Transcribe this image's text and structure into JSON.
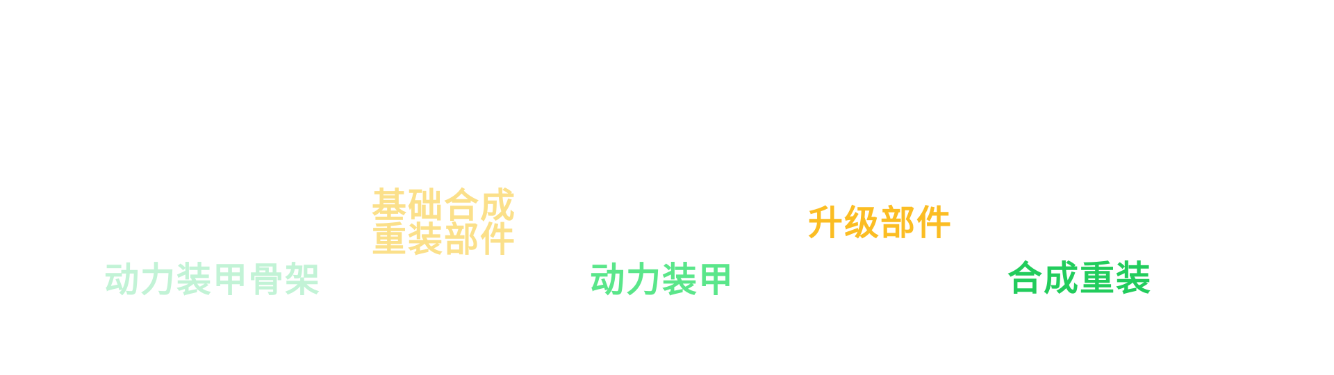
{
  "nodes": {
    "frame": {
      "label": "动力装甲骨架",
      "color": "#c2f3d6"
    },
    "basic": {
      "line1": "基础合成",
      "line2": "重装部件",
      "color": "#fbe08a"
    },
    "armor": {
      "label": "动力装甲",
      "color": "#5ae68a"
    },
    "upgrade": {
      "label": "升级部件",
      "color": "#fbbd23"
    },
    "heavy": {
      "label": "合成重装",
      "color": "#22cc5c"
    }
  }
}
